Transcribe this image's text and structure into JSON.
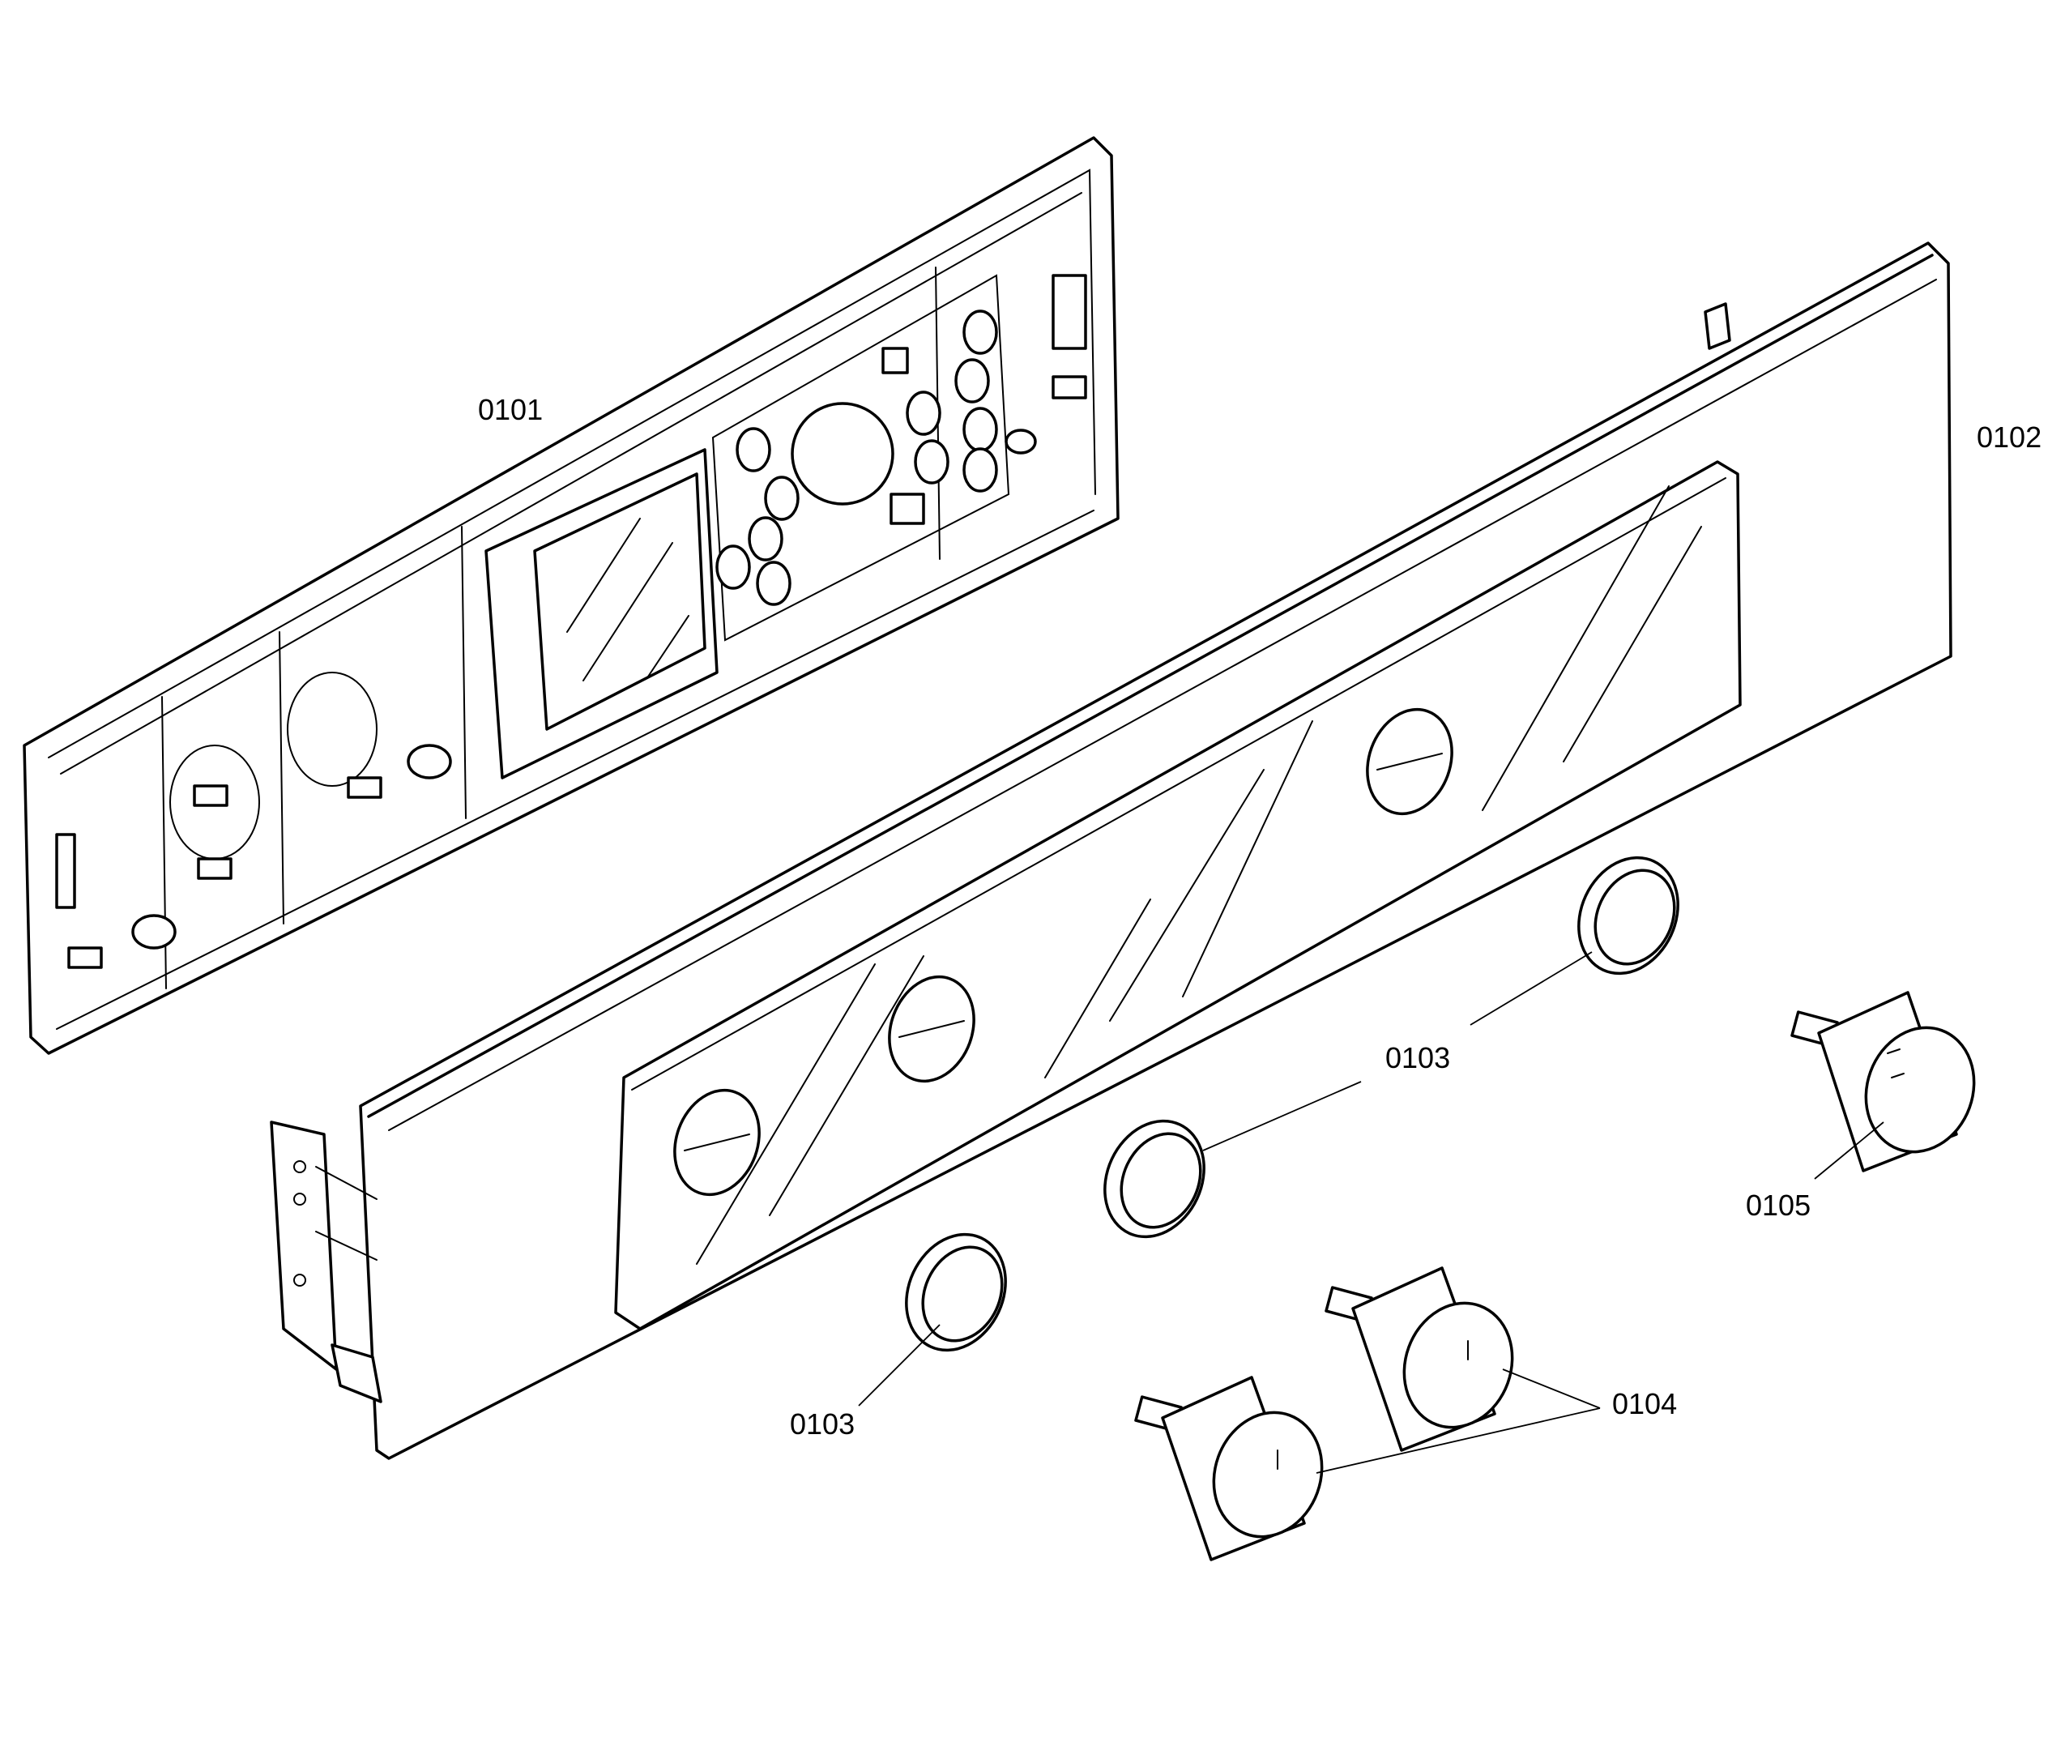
{
  "diagram": {
    "callouts": {
      "c0101": "0101",
      "c0102": "0102",
      "c0103_upper": "0103",
      "c0103_lower": "0103",
      "c0104": "0104",
      "c0105": "0105"
    }
  }
}
